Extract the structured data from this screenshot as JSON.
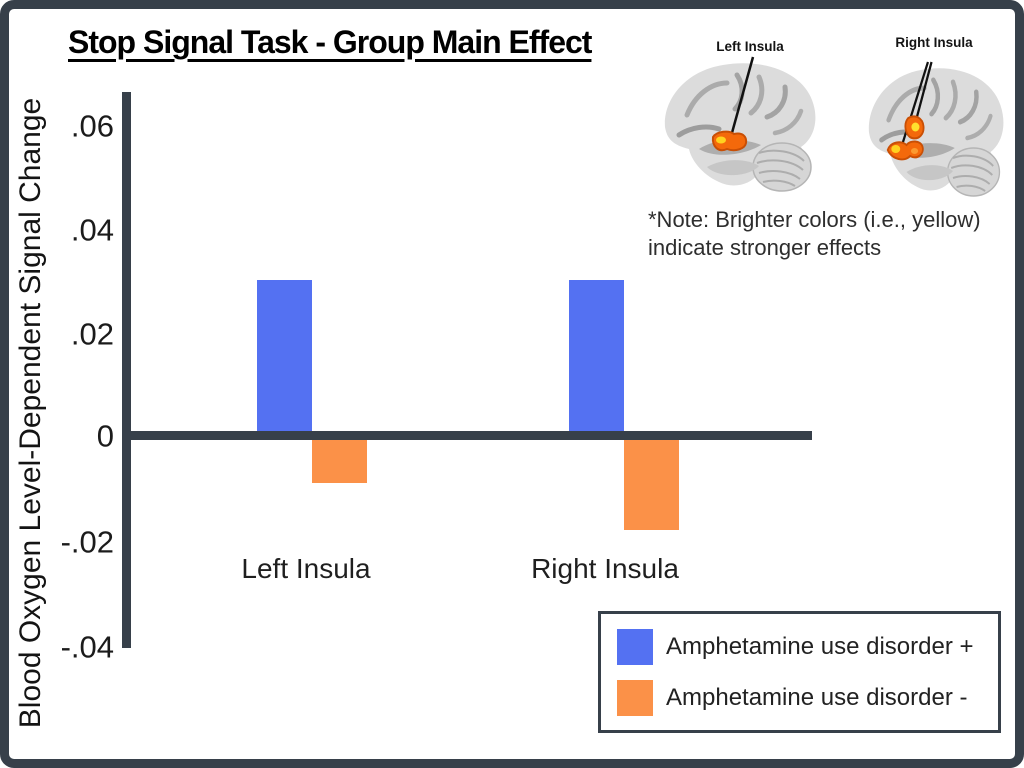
{
  "title": "Stop Signal Task - Group Main Effect",
  "colors": {
    "axis_and_border": "#37404a",
    "background": "#ffffff",
    "series_positive_blue": "#5471f2",
    "series_negative_orange": "#fb9148",
    "activation_orange": "#f4690b",
    "activation_yellow": "#ffd21f"
  },
  "inset": {
    "left_label": "Left Insula",
    "right_label": "Right Insula",
    "note_line1": "*Note: Brighter colors (i.e., yellow)",
    "note_line2": "indicate stronger effects"
  },
  "chart_data": {
    "type": "bar",
    "title": "Stop Signal Task - Group Main Effect",
    "xlabel": "",
    "ylabel": "Blood Oxygen Level-Dependent Signal Change",
    "categories": [
      "Left Insula",
      "Right Insula"
    ],
    "series": [
      {
        "name": "Amphetamine use disorder +",
        "color": "#5471f2",
        "values": [
          0.03,
          0.03
        ]
      },
      {
        "name": "Amphetamine use disorder -",
        "color": "#fb9148",
        "values": [
          -0.009,
          -0.018
        ]
      }
    ],
    "yticks": [
      0.06,
      0.04,
      0.02,
      0,
      -0.02,
      -0.04
    ],
    "ytick_labels": [
      ".06",
      ".04",
      ".02",
      "0",
      "-.02",
      "-.04"
    ],
    "ylim": [
      -0.042,
      0.066
    ],
    "grid": false,
    "legend_position": "bottom-right"
  }
}
